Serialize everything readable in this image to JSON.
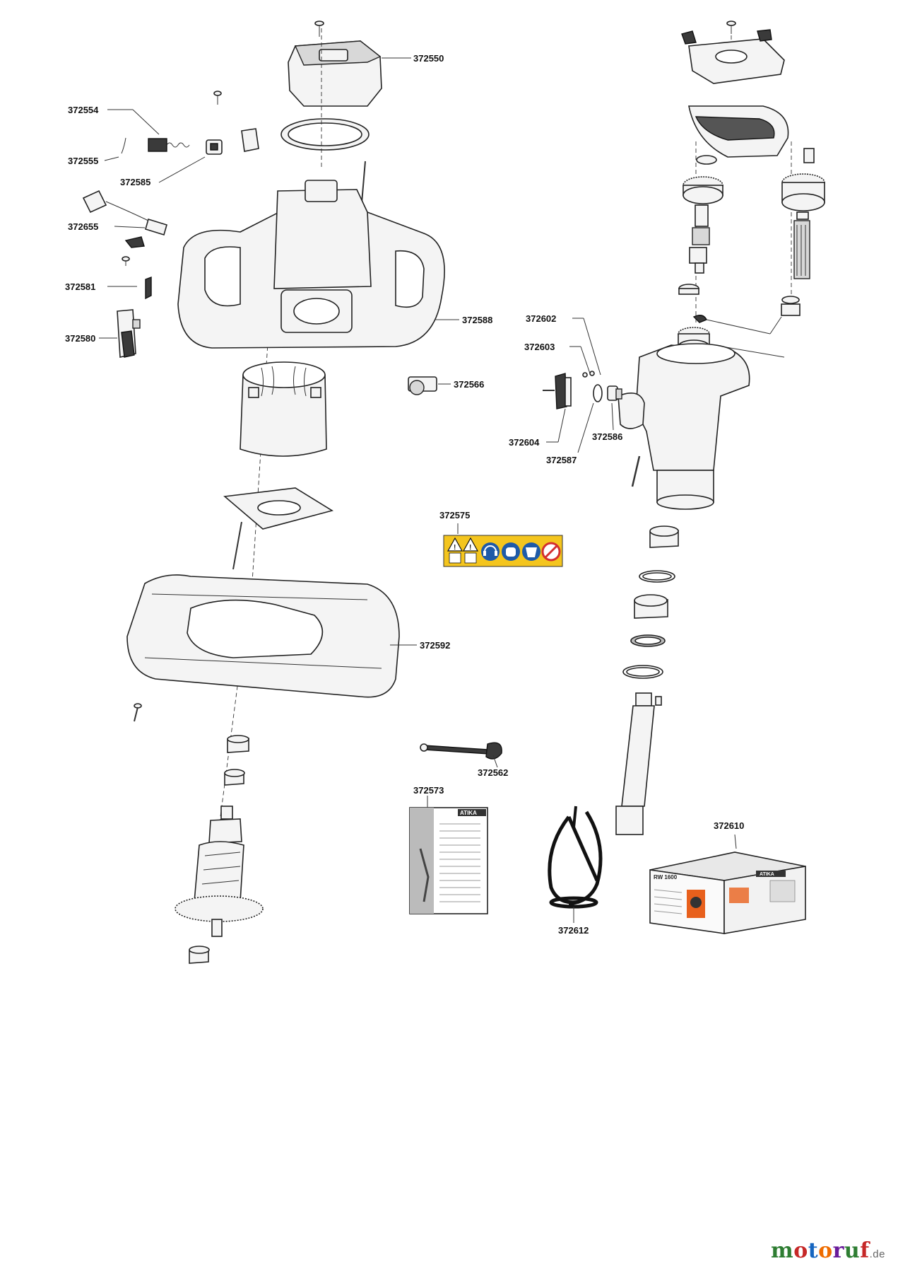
{
  "parts": {
    "p372550": "372550",
    "p372554": "372554",
    "p372555": "372555",
    "p372585": "372585",
    "p372655": "372655",
    "p372581": "372581",
    "p372580": "372580",
    "p372588": "372588",
    "p372566": "372566",
    "p372602": "372602",
    "p372603": "372603",
    "p372604": "372604",
    "p372587": "372587",
    "p372586": "372586",
    "p372575": "372575",
    "p372592": "372592",
    "p372562": "372562",
    "p372573": "372573",
    "p372612": "372612",
    "p372610": "372610"
  },
  "manual_brand": "ATIKA",
  "box_brand": "ATIKA",
  "box_model": "RW 1600",
  "watermark": {
    "letters": [
      "m",
      "o",
      "t",
      "o",
      "r",
      "u",
      "f"
    ],
    "suffix": ".de",
    "colors": [
      "#2e7d32",
      "#c62828",
      "#1565c0",
      "#ef6c00",
      "#6a1b9a",
      "#2e7d32",
      "#c62828"
    ]
  },
  "colors": {
    "warning_label": "#f4c51e",
    "safety_blue": "#1e5aa8",
    "prohibit_red": "#d32f2f",
    "box_accent": "#e8601c"
  },
  "icons": [
    "warning-triangle-icon",
    "warning-triangle-icon",
    "ear-protection-icon",
    "eye-protection-icon",
    "mask-icon",
    "no-entry-icon"
  ]
}
